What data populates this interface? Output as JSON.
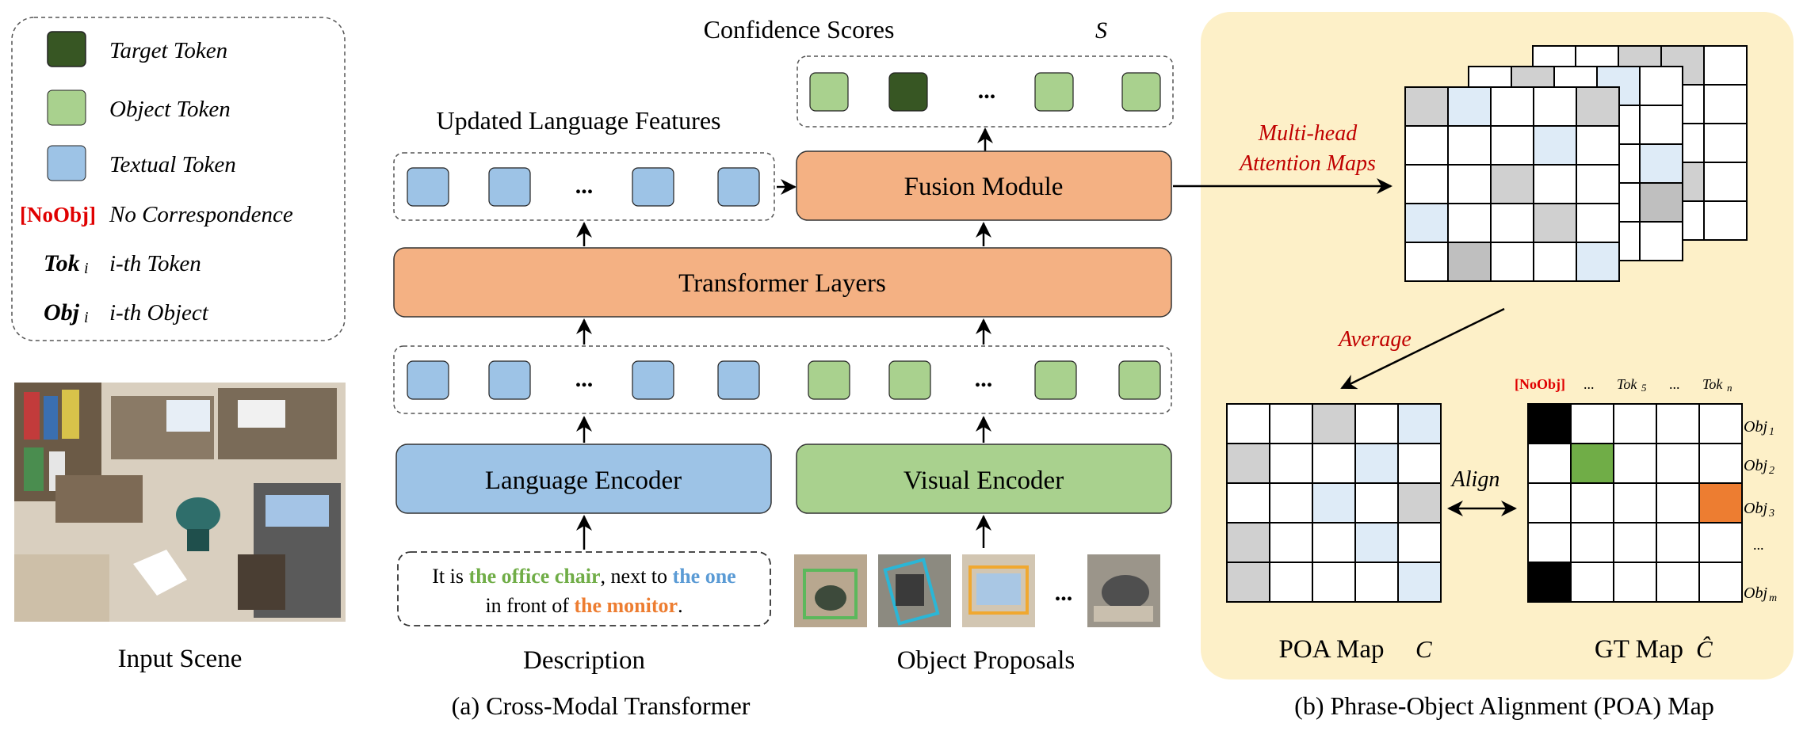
{
  "legend": {
    "target_token": "Target Token",
    "object_token": "Object Token",
    "textual_token": "Textual Token",
    "noobj_tag": "[NoObj]",
    "noobj_desc": "No Correspondence",
    "tok_sym": "Tok",
    "tok_sub": "i",
    "tok_desc": "i-th Token",
    "obj_sym": "Obj",
    "obj_sub": "i",
    "obj_desc": "i-th Object"
  },
  "scene_label": "Input Scene",
  "panel_a": {
    "confidence_label": "Confidence Scores",
    "confidence_symbol": "S",
    "updated_features_label": "Updated Language Features",
    "fusion_module": "Fusion Module",
    "transformer_layers": "Transformer Layers",
    "language_encoder": "Language Encoder",
    "visual_encoder": "Visual Encoder",
    "ellipsis": "...",
    "description": {
      "p1": "It is ",
      "p2": "the office chair",
      "p3": ", next to ",
      "p4": "the one",
      "p5": "in front of ",
      "p6": "the monitor",
      "p7": "."
    },
    "description_label": "Description",
    "proposals_label": "Object Proposals",
    "caption": "(a) Cross-Modal Transformer"
  },
  "panel_b": {
    "mh_line1": "Multi-head",
    "mh_line2": "Attention Maps",
    "average": "Average",
    "align": "Align",
    "col_noobj": "[NoObj]",
    "col_dots1": "...",
    "col_tok5": "Tok",
    "col_tok5_sub": "5",
    "col_dots2": "...",
    "col_tokn": "Tok",
    "col_tokn_sub": "n",
    "row_obj1": "Obj",
    "row_obj1_sub": "1",
    "row_obj2": "Obj",
    "row_obj2_sub": "2",
    "row_obj3": "Obj",
    "row_obj3_sub": "3",
    "row_dots": "...",
    "row_objm": "Obj",
    "row_objm_sub": "m",
    "poa_label": "POA Map",
    "poa_symbol": "C",
    "gt_label": "GT Map",
    "gt_symbol": "Ĉ",
    "caption": "(b) Phrase-Object Alignment (POA) Map"
  },
  "colors": {
    "target_token": "#375623",
    "object_token": "#a9d18e",
    "textual_token": "#9dc3e6",
    "orange_block": "#f4b183",
    "blue_block": "#9dc3e6",
    "green_block": "#a9d18e",
    "panel_bg": "#fdf0c8",
    "noobj_red": "#e00000",
    "desc_green": "#70ad47",
    "desc_blue": "#5b9bd5",
    "desc_orange": "#ed7d31",
    "gt_green": "#70ad47",
    "gt_orange": "#ed7d31",
    "label_red": "#c00000"
  }
}
